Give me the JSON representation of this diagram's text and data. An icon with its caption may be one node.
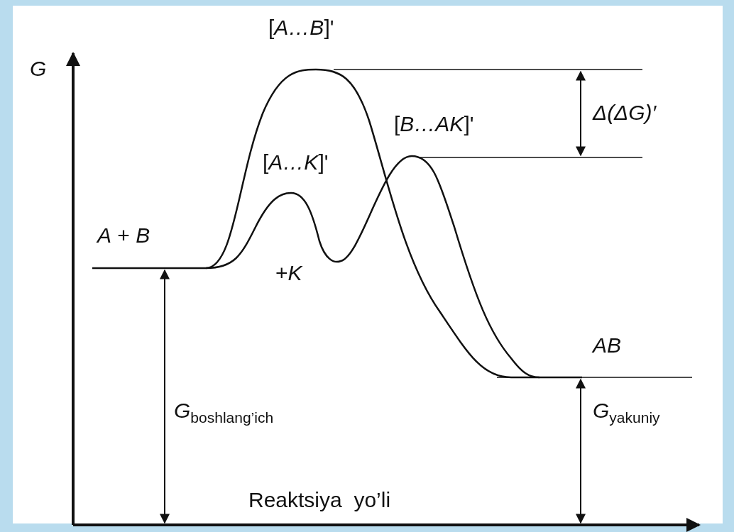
{
  "diagram": {
    "labels": [
      "[*A…B*]'",
      "*G*",
      "Δ(ΔG)′",
      "[*B…AK*]'",
      "[*A…K*]'",
      "*A* + *B*",
      "+*K*",
      "*AB*",
      "*G*$_{boshlang’ich}$",
      "*G*$_{yakuniy}$",
      "Reaktsiya  yo’li"
    ]
  }
}
